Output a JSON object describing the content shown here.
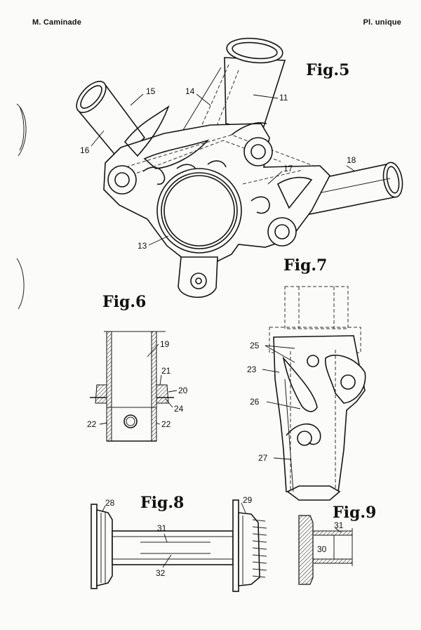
{
  "header": {
    "author": "M. Caminade",
    "plate": "Pl. unique"
  },
  "figures": [
    {
      "id": "fig5",
      "label": "Fig.5",
      "parts": [
        "11",
        "13",
        "14",
        "15",
        "16",
        "17",
        "18"
      ]
    },
    {
      "id": "fig6",
      "label": "Fig.6",
      "parts": [
        "19",
        "20",
        "21",
        "22",
        "22",
        "24"
      ]
    },
    {
      "id": "fig7",
      "label": "Fig.7",
      "parts": [
        "23",
        "25",
        "26",
        "27"
      ]
    },
    {
      "id": "fig8",
      "label": "Fig.8",
      "parts": [
        "28",
        "29",
        "31",
        "32"
      ]
    },
    {
      "id": "fig9",
      "label": "Fig.9",
      "parts": [
        "30",
        "31"
      ]
    }
  ]
}
